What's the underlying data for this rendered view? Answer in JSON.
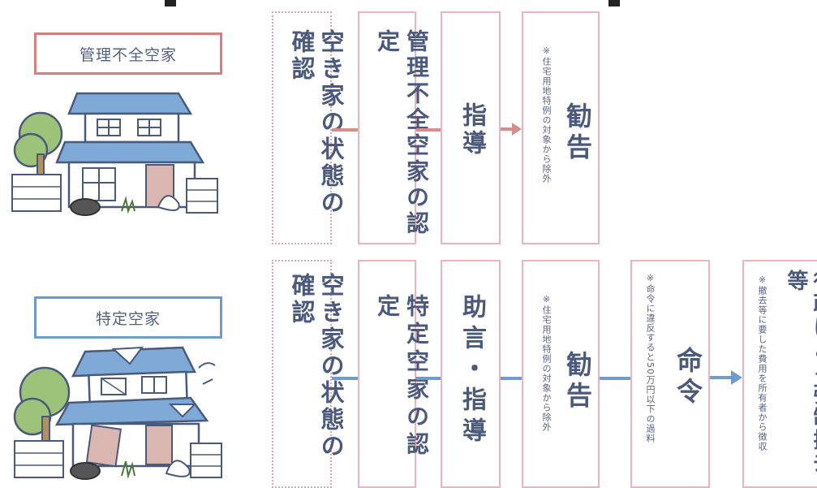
{
  "rows": [
    {
      "label": "管理不全空家",
      "steps": [
        {
          "text": "空き家の状態の確認",
          "note": ""
        },
        {
          "text": "管理不全空家の認定",
          "note": ""
        },
        {
          "text": "指導",
          "note": ""
        },
        {
          "text": "勧告",
          "note": "※住宅用地特例の対象から除外"
        }
      ]
    },
    {
      "label": "特定空家",
      "steps": [
        {
          "text": "空き家の状態の確認",
          "note": ""
        },
        {
          "text": "特定空家の認定",
          "note": ""
        },
        {
          "text": "助言・指導",
          "note": ""
        },
        {
          "text": "勧告",
          "note": "※住宅用地特例の対象から除外"
        },
        {
          "text": "命令",
          "note": "※命令に違反すると50万円以下の過料"
        },
        {
          "text": "行政による強制撤去等",
          "note": "※撤去等に要した費用を所有者から徴収"
        }
      ]
    }
  ],
  "colors": {
    "row1_line": "#d98c8c",
    "row2_line": "#6f9ccc",
    "box_border": "#e9b4bd"
  }
}
